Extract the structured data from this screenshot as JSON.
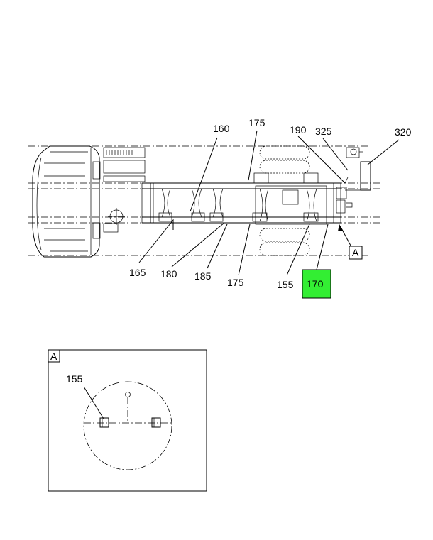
{
  "callouts": {
    "c160": "160",
    "c175_top": "175",
    "c190": "190",
    "c325": "325",
    "c320": "320",
    "c165": "165",
    "c180": "180",
    "c185": "185",
    "c175_bottom": "175",
    "c155": "155",
    "c170": "170",
    "view_marker": "A"
  },
  "detail": {
    "label": "A",
    "callout": "155"
  },
  "colors": {
    "highlight": "#33ee33",
    "line": "#000000"
  }
}
